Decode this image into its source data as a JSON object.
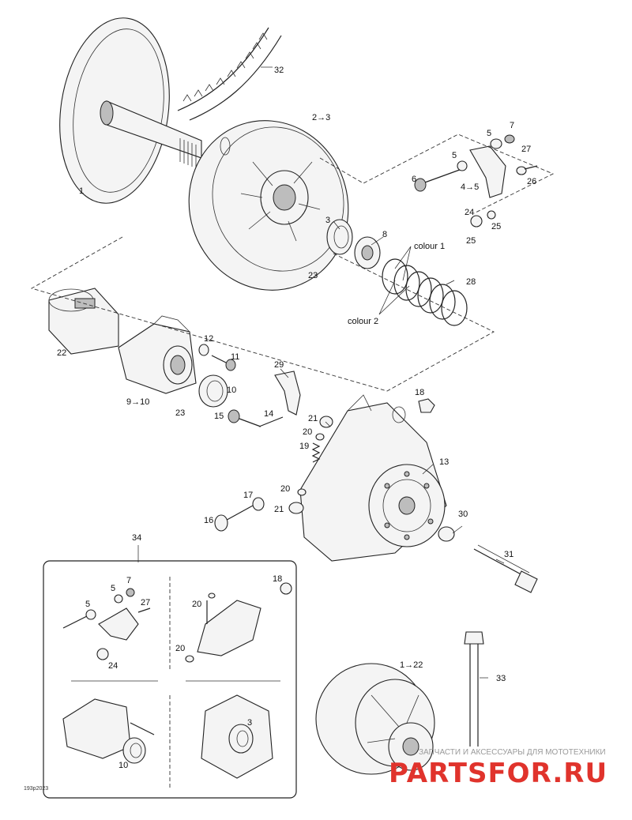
{
  "diagram": {
    "labels": {
      "p1": "1",
      "p2_3": "2→3",
      "p3": "3",
      "p4_5": "4→5",
      "p5a": "5",
      "p5b": "5",
      "p6": "6",
      "p7": "7",
      "p8": "8",
      "p9_10": "9→10",
      "p10": "10",
      "p11": "11",
      "p12": "12",
      "p13": "13",
      "p14": "14",
      "p15": "15",
      "p16": "16",
      "p17": "17",
      "p18": "18",
      "p19": "19",
      "p20a": "20",
      "p20b": "20",
      "p21a": "21",
      "p21b": "21",
      "p22": "22",
      "p23a": "23",
      "p23b": "23",
      "p24": "24",
      "p25a": "25",
      "p25b": "25",
      "p26": "26",
      "p27": "27",
      "p28": "28",
      "p29": "29",
      "p30": "30",
      "p31": "31",
      "p32": "32",
      "p33": "33",
      "p1_22": "1→22",
      "p34": "34",
      "colour1": "colour 1",
      "colour2": "colour 2"
    },
    "inset_labels": {
      "i5a": "5",
      "i5b": "5",
      "i7": "7",
      "i27": "27",
      "i24": "24",
      "i18": "18",
      "i20a": "20",
      "i20b": "20",
      "i3": "3",
      "i10": "10"
    },
    "ref_code": "193p2023",
    "watermark": {
      "line1": "ЗАПЧАСТИ И АКСЕССУАРЫ ДЛЯ МОТОТЕХНИКИ",
      "brand": "PARTSFOR.RU"
    }
  }
}
